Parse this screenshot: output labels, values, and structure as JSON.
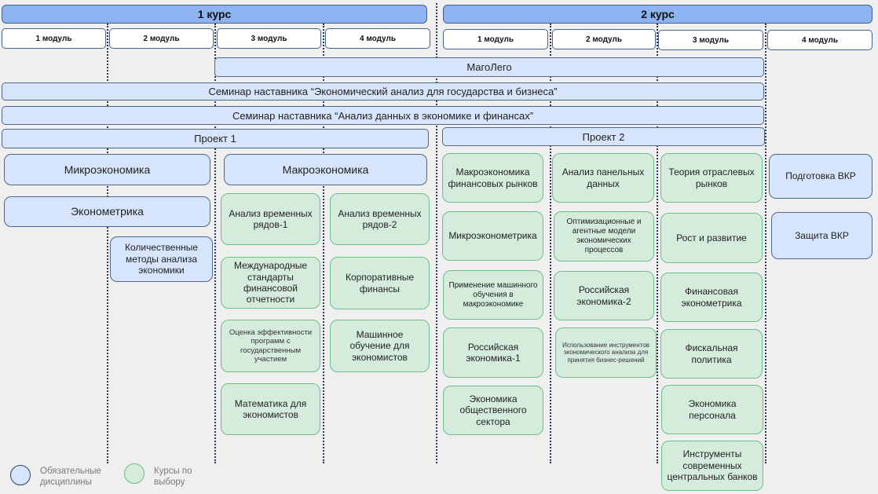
{
  "years": [
    {
      "label": "1 курс",
      "modules": [
        "1 модуль",
        "2 модуль",
        "3 модуль",
        "4 модуль"
      ]
    },
    {
      "label": "2 курс",
      "modules": [
        "1 модуль",
        "2 модуль",
        "3 модуль",
        "4 модуль"
      ]
    }
  ],
  "bars": {
    "magolego": "МагоЛего",
    "seminar1": "Семинар наставника “Экономический анализ для государства и бизнеса”",
    "seminar2": "Семинар наставника “Анализ данных в экономике и финансах”",
    "project1": "Проект 1",
    "project2": "Проект 2"
  },
  "required": {
    "micro": "Микроэкономика",
    "macro": "Макроэкономика",
    "econometrics": "Эконометрика",
    "quant": "Количественные методы анализа экономики",
    "vkr_prep": "Подготовка ВКР",
    "vkr_defense": "Защита ВКР"
  },
  "electives": {
    "y1m3": [
      "Анализ временных рядов-1",
      "Международные стандарты финансовой отчетности",
      "Оценка эффективности программ с государственным участием",
      "Математика для экономистов"
    ],
    "y1m4": [
      "Анализ временных рядов-2",
      "Корпоративные финансы",
      "Машинное обучение для экономистов"
    ],
    "y2m1": [
      "Макроэкономика финансовых рынков",
      "Микроэконометрика",
      "Применение машинного обучения в макроэкономике",
      "Российская экономика-1",
      "Экономика общественного сектора"
    ],
    "y2m2": [
      "Анализ панельных данных",
      "Оптимизационные и агентные модели экономических процессов",
      "Российская экономика-2",
      "Использование инструментов экономического анализа для принятия бизнес-решений"
    ],
    "y2m3": [
      "Теория отраслевых рынков",
      "Рост и развитие",
      "Финансовая эконометрика",
      "Фискальная политика",
      "Экономика персонала",
      "Инструменты современных центральных банков"
    ]
  },
  "legend": {
    "required": "Обязательные дисциплины",
    "elective": "Курсы по выбору"
  },
  "colors": {
    "year_header": "#8db3f0",
    "required_fill": "#d6e5fb",
    "required_border": "#4f668f",
    "elective_fill": "#d5ecdc",
    "elective_border": "#6cbf8a"
  }
}
